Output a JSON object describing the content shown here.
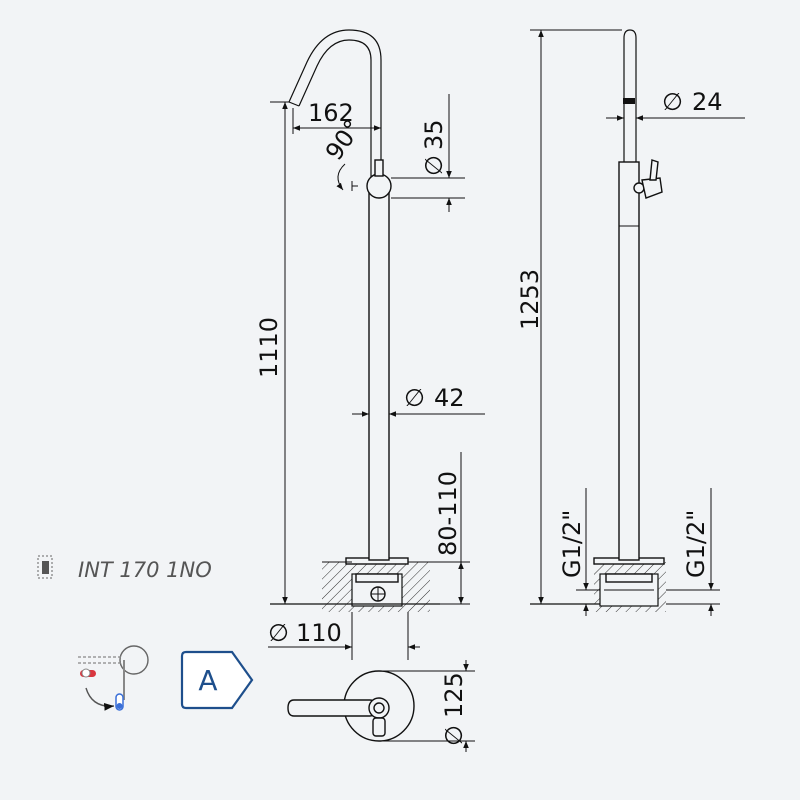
{
  "product": {
    "code": "INT 170 1NO"
  },
  "dimensions": {
    "spout_reach": "162",
    "spout_angle": "90°",
    "handle_dia": "35",
    "total_height_front": "1110",
    "column_dia": "42",
    "install_depth": "80-110",
    "base_dia": "110",
    "total_height_side": "1253",
    "spout_dia": "24",
    "connection_left": "G1/2\"",
    "connection_right": "G1/2\"",
    "rosette_dia": "125"
  },
  "badges": {
    "energy_class": "A"
  },
  "colors": {
    "energy_badge": "#1e4f8c",
    "hot": "#d9363e",
    "cold": "#3a6fd8"
  },
  "icons": [
    "mixer-lever-icon",
    "energy-class-a-icon",
    "embedded-install-icon"
  ]
}
